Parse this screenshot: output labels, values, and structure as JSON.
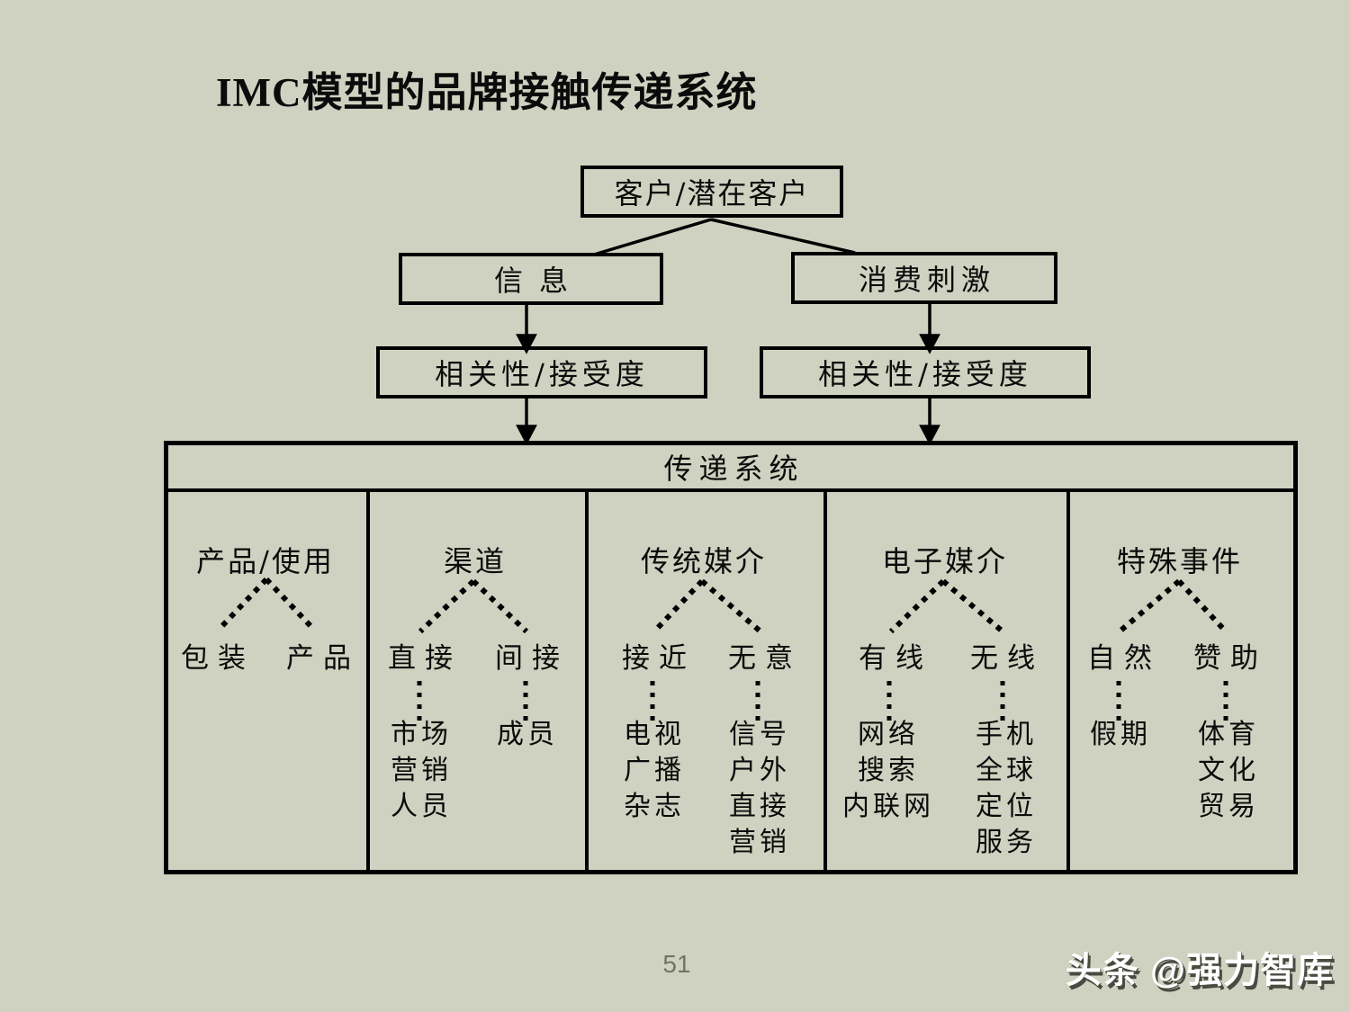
{
  "title": "IMC模型的品牌接触传递系统",
  "nodes": {
    "customer": "客户/潜在客户",
    "message": "信息",
    "incentive": "消费刺激",
    "relevance_left": "相关性/接受度",
    "relevance_right": "相关性/接受度",
    "system": "传递系统"
  },
  "columns": [
    {
      "header": "产品/使用",
      "left": {
        "label": "包装",
        "items": []
      },
      "right": {
        "label": "产品",
        "items": []
      }
    },
    {
      "header": "渠道",
      "left": {
        "label": "直接",
        "items": [
          "市场",
          "营销",
          "人员"
        ]
      },
      "right": {
        "label": "间接",
        "items": [
          "成员"
        ]
      }
    },
    {
      "header": "传统媒介",
      "left": {
        "label": "接近",
        "items": [
          "电视",
          "广播",
          "杂志"
        ]
      },
      "right": {
        "label": "无意",
        "items": [
          "信号",
          "户外",
          "直接",
          "营销"
        ]
      }
    },
    {
      "header": "电子媒介",
      "left": {
        "label": "有线",
        "items": [
          "网络",
          "搜索",
          "内联网"
        ]
      },
      "right": {
        "label": "无线",
        "items": [
          "手机",
          "全球",
          "定位",
          "服务"
        ]
      }
    },
    {
      "header": "特殊事件",
      "left": {
        "label": "自然",
        "items": [
          "假期"
        ]
      },
      "right": {
        "label": "赞助",
        "items": [
          "体育",
          "文化",
          "贸易"
        ]
      }
    }
  ],
  "footer": {
    "page_number": "51",
    "watermark": "头条 @强力智库"
  },
  "colors": {
    "background": "#cfd2c0",
    "line": "#000000",
    "text": "#0b0b0b",
    "page_number": "#717568",
    "watermark": "#ffffff",
    "watermark_shadow": "#4a4a40"
  }
}
